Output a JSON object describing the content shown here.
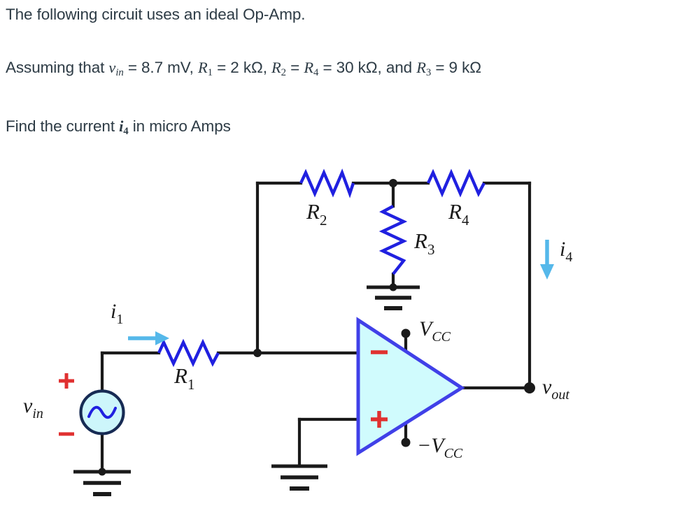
{
  "problem": {
    "line1": "The following circuit uses an ideal Op-Amp.",
    "line2_parts": {
      "lead": "Assuming that ",
      "v": "v",
      "v_sub": "in",
      "v_eq": " = 8.7 mV, ",
      "r1": "R",
      "r1_sub": "1",
      "r1_eq": " = 2 kΩ, ",
      "r2": "R",
      "r2_sub": "2",
      "r2_eq": " = ",
      "r4": "R",
      "r4_sub": "4",
      "r4_eq": " = 30 kΩ, and ",
      "r3": "R",
      "r3_sub": "3",
      "r3_eq": " = 9 kΩ"
    },
    "line3_parts": {
      "lead": "Find the current ",
      "i": "i",
      "i_sub": "4",
      "tail": " in micro Amps"
    },
    "full_line2": "Assuming that vin = 8.7 mV, R1 = 2 kΩ, R2 = R4 = 30 kΩ, and R3 = 9 kΩ",
    "full_line3": "Find the current i4 in micro Amps"
  },
  "given_values": {
    "vin": "8.7 mV",
    "R1": "2 kΩ",
    "R2": "30 kΩ",
    "R3": "9 kΩ",
    "R4": "30 kΩ",
    "unknown": "i4",
    "unknown_units": "micro Amps"
  },
  "circuit": {
    "labels": {
      "R1": "R",
      "R1_sub": "1",
      "R2": "R",
      "R2_sub": "2",
      "R3": "R",
      "R3_sub": "3",
      "R4": "R",
      "R4_sub": "4",
      "i1": "i",
      "i1_sub": "1",
      "i4": "i",
      "i4_sub": "4",
      "vin": "v",
      "vin_sub": "in",
      "vout": "v",
      "vout_sub": "out",
      "vcc": "V",
      "vcc_sub": "CC",
      "vcc_neg": "−V",
      "vcc_neg_sub": "CC",
      "plus_source": "+",
      "minus_source": "−",
      "opamp_minus": "−",
      "opamp_plus": "+"
    },
    "components": {
      "source_type": "ac-voltage-source",
      "opamp_type": "ideal-op-amp",
      "resistor_count": 4,
      "ground_count": 3
    },
    "colors": {
      "wire": "#1a1a1a",
      "resistor": "#2020e0",
      "opamp_border": "#4040e8",
      "opamp_fill": "#d0fbfd",
      "source_fill": "#cdf6fb",
      "source_border": "#172b54",
      "source_wave": "#2020e0",
      "current_arrow": "#55b8ea",
      "polarity_red": "#e03030",
      "text": "#2d3b45"
    }
  }
}
